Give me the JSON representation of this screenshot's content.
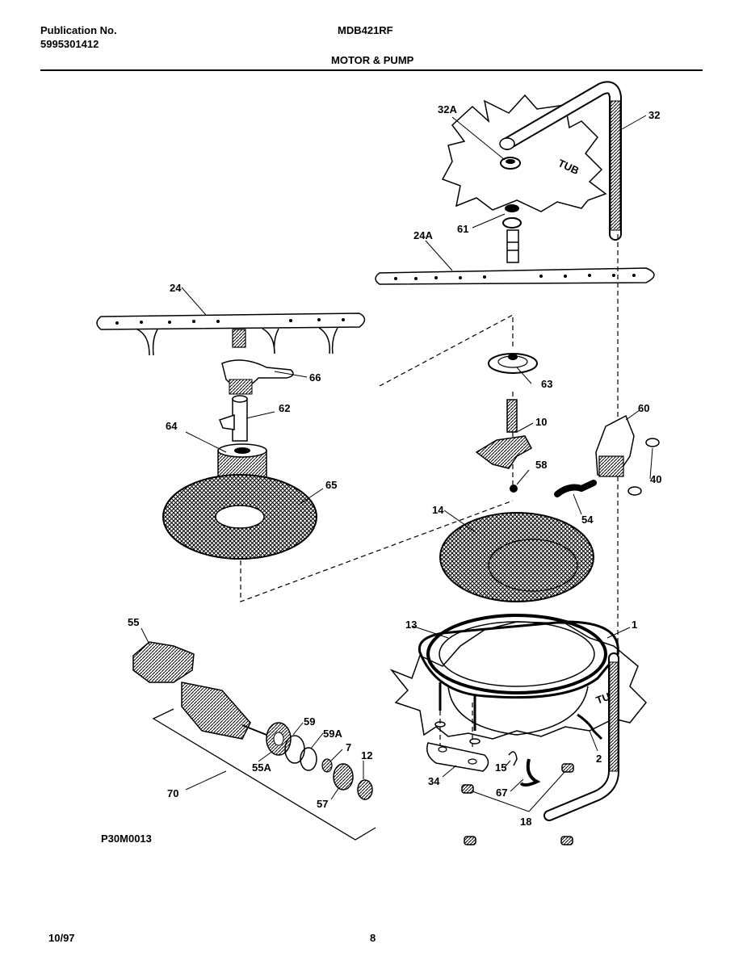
{
  "header": {
    "publication_label": "Publication No.",
    "publication_number": "5995301412",
    "model": "MDB421RF",
    "section_title": "MOTOR & PUMP"
  },
  "figure_code": "P30M0013",
  "footer": {
    "date": "10/97",
    "page": "8"
  },
  "tub_text": "TUB",
  "parts": {
    "p1": "1",
    "p2": "2",
    "p7": "7",
    "p10": "10",
    "p12": "12",
    "p13": "13",
    "p14": "14",
    "p15": "15",
    "p18": "18",
    "p24": "24",
    "p24a": "24A",
    "p32": "32",
    "p32a": "32A",
    "p34": "34",
    "p40": "40",
    "p54": "54",
    "p55": "55",
    "p55a": "55A",
    "p57": "57",
    "p58": "58",
    "p59": "59",
    "p59a": "59A",
    "p60": "60",
    "p61": "61",
    "p62": "62",
    "p63": "63",
    "p64": "64",
    "p65": "65",
    "p66": "66",
    "p67": "67",
    "p70": "70"
  }
}
